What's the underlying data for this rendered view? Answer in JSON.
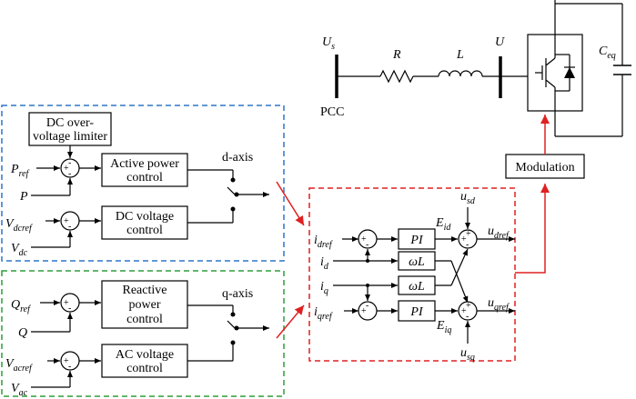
{
  "colors": {
    "blue": "#2e75c7",
    "green": "#2e9e3a",
    "red": "#e02020"
  },
  "power_stage": {
    "bus_us": {
      "main": "U",
      "sub": "s"
    },
    "bus_u": "U",
    "pcc": "PCC",
    "resistor": "R",
    "inductor": "L",
    "capacitor": {
      "main": "C",
      "sub": "eq"
    },
    "converter_icon": "igbt-switch-icon"
  },
  "modulation": "Modulation",
  "d_axis": {
    "label": "d-axis",
    "limiter": [
      "DC over-",
      "voltage limiter"
    ],
    "active_power": [
      "Active power",
      "control"
    ],
    "dc_voltage": [
      "DC voltage",
      "control"
    ],
    "inputs": {
      "p_ref": {
        "main": "P",
        "sub": "ref"
      },
      "p": "P",
      "v_dcref": {
        "main": "V",
        "sub": "dcref"
      },
      "v_dc": {
        "main": "V",
        "sub": "dc"
      }
    }
  },
  "q_axis": {
    "label": "q-axis",
    "reactive_power": [
      "Reactive",
      "power",
      "control"
    ],
    "ac_voltage": [
      "AC voltage",
      "control"
    ],
    "inputs": {
      "q_ref": {
        "main": "Q",
        "sub": "ref"
      },
      "q": "Q",
      "v_acref": {
        "main": "V",
        "sub": "acref"
      },
      "v_ac": {
        "main": "V",
        "sub": "ac"
      }
    }
  },
  "current_loop": {
    "i_dref": {
      "main": "i",
      "sub": "dref"
    },
    "i_d": {
      "main": "i",
      "sub": "d"
    },
    "i_q": {
      "main": "i",
      "sub": "q"
    },
    "i_qref": {
      "main": "i",
      "sub": "qref"
    },
    "pi": "PI",
    "omega_l": "ωL",
    "e_id": {
      "main": "E",
      "sub": "id"
    },
    "e_iq": {
      "main": "E",
      "sub": "iq"
    },
    "u_sd": {
      "main": "u",
      "sub": "sd"
    },
    "u_sq": {
      "main": "u",
      "sub": "sq"
    },
    "u_dref": {
      "main": "u",
      "sub": "dref"
    },
    "u_qref": {
      "main": "u",
      "sub": "qref"
    }
  },
  "signs": {
    "plus": "+",
    "minus": "-"
  }
}
